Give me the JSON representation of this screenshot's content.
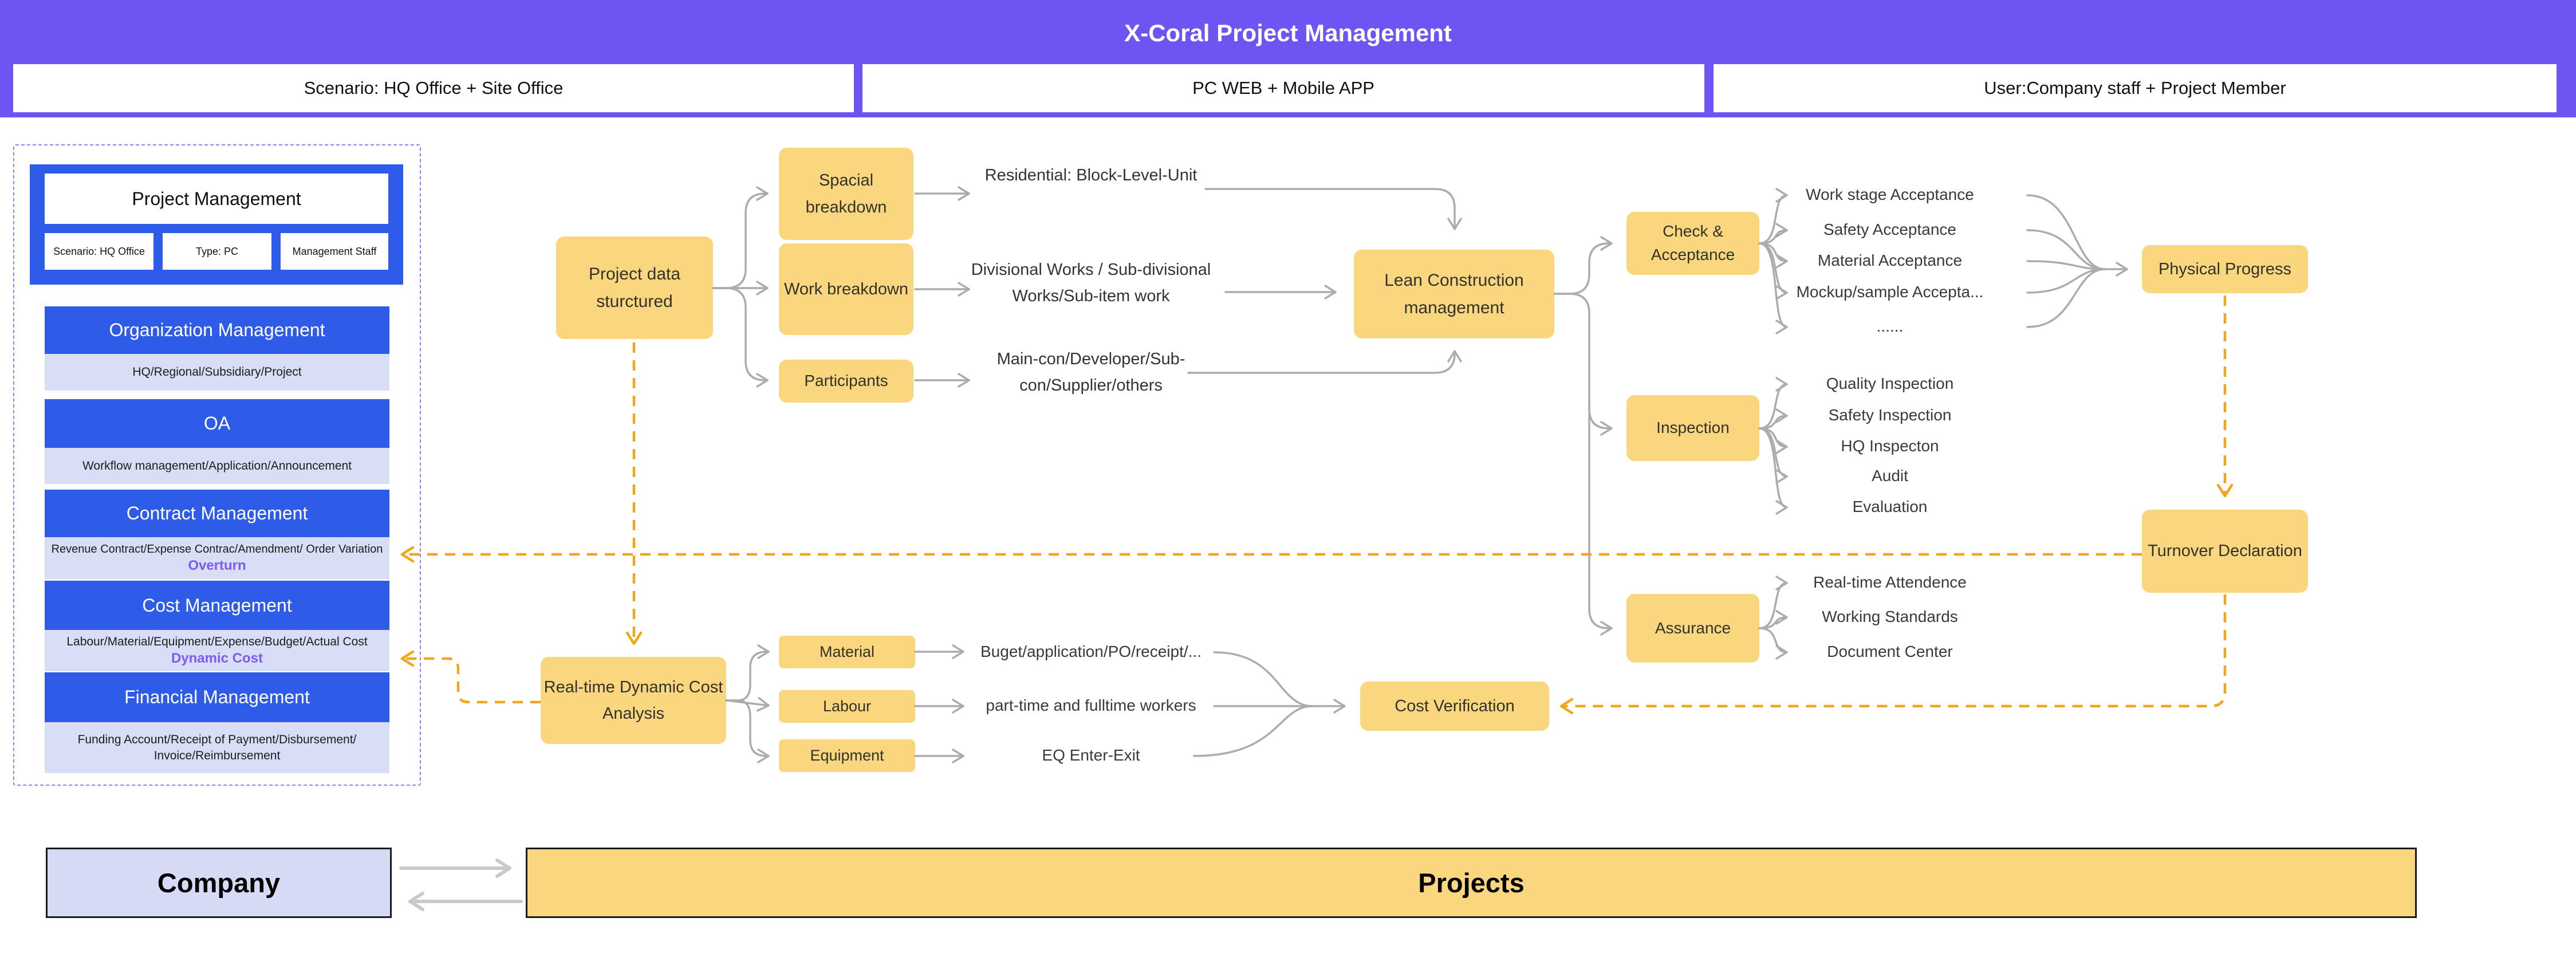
{
  "header": {
    "title": "X-Coral Project Management",
    "scenario_box": "Scenario: HQ Office + Site Office",
    "platform_box": "PC WEB + Mobile APP",
    "user_box": "User:Company staff + Project Member"
  },
  "sidebar": {
    "title": "Project Management",
    "tags": [
      "Scenario: HQ Office",
      "Type: PC",
      "Management Staff"
    ],
    "modules": [
      {
        "name": "Organization Management",
        "detail": "HQ/Regional/Subsidiary/Project",
        "highlight": ""
      },
      {
        "name": "OA",
        "detail": "Workflow management/Application/Announcement",
        "highlight": ""
      },
      {
        "name": "Contract Management",
        "detail": "Revenue Contract/Expense Contrac/Amendment/ Order Variation",
        "highlight": "Overturn"
      },
      {
        "name": "Cost Management",
        "detail": "Labour/Material/Equipment/Expense/Budget/Actual Cost",
        "highlight": "Dynamic Cost"
      },
      {
        "name": "Financial Management",
        "detail": "Funding Account/Receipt of Payment/Disbursement/ Invoice/Reimbursement",
        "highlight": ""
      }
    ]
  },
  "flow": {
    "project_data": "Project data sturctured",
    "spacial": "Spacial breakdown",
    "work": "Work breakdown",
    "participants": "Participants",
    "residential": "Residential: Block-Level-Unit",
    "divisional": "Divisional Works / Sub-divisional Works/Sub-item work",
    "maincon": "Main-con/Developer/Sub-con/Supplier/others",
    "lean": "Lean Construction management",
    "check": "Check & Acceptance",
    "acceptance_items": [
      "Work stage Acceptance",
      "Safety Acceptance",
      "Material Acceptance",
      "Mockup/sample Accepta...",
      "......"
    ],
    "physical": "Physical Progress",
    "inspection": "Inspection",
    "inspection_items": [
      "Quality Inspection",
      "Safety Inspection",
      "HQ Inspecton",
      "Audit",
      "Evaluation"
    ],
    "turnover": "Turnover Declaration",
    "assurance": "Assurance",
    "assurance_items": [
      "Real-time Attendence",
      "Working Standards",
      "Document Center"
    ],
    "rdca": "Real-time Dynamic Cost Analysis",
    "material": "Material",
    "labour": "Labour",
    "equipment": "Equipment",
    "material_detail": "Buget/application/PO/receipt/...",
    "labour_detail": "part-time and fulltime workers",
    "equipment_detail": "EQ Enter-Exit",
    "cost_verification": "Cost Verification"
  },
  "bottom": {
    "company": "Company",
    "projects": "Projects"
  },
  "colors": {
    "header_purple": "#6C55F2",
    "sidebar_blue": "#2E5BE8",
    "sidebar_light": "#D9DEF7",
    "node_yellow": "#FAD77E",
    "company_lavender": "#D7DAF5",
    "connector_gray": "#ACACAC",
    "dashed_orange": "#F2A71B",
    "highlight_purple": "#7b5cf0"
  }
}
